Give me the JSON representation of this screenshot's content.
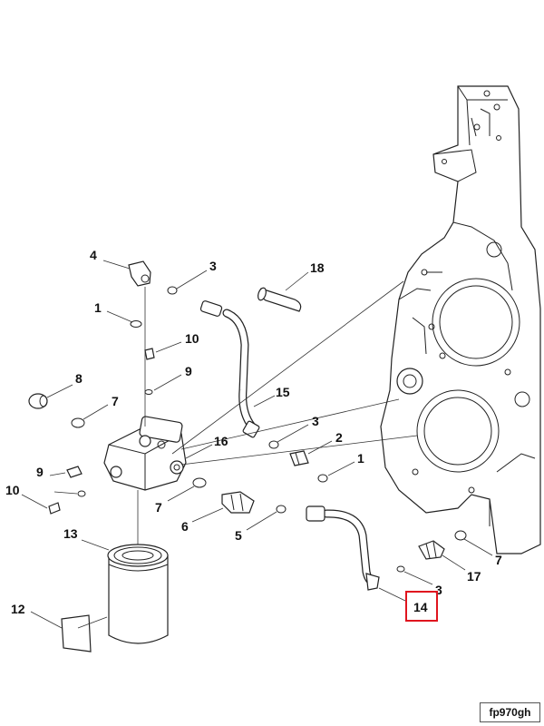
{
  "figure_code": "fp970gh",
  "highlighted_callout": "14",
  "colors": {
    "highlight": "#e0141e",
    "line": "#222222",
    "background": "#ffffff"
  },
  "callouts": [
    {
      "id": "c4",
      "label": "4"
    },
    {
      "id": "c3a",
      "label": "3"
    },
    {
      "id": "c18",
      "label": "18"
    },
    {
      "id": "c1a",
      "label": "1"
    },
    {
      "id": "c10a",
      "label": "10"
    },
    {
      "id": "c9a",
      "label": "9"
    },
    {
      "id": "c8",
      "label": "8"
    },
    {
      "id": "c7a",
      "label": "7"
    },
    {
      "id": "c15",
      "label": "15"
    },
    {
      "id": "c3b",
      "label": "3"
    },
    {
      "id": "c16",
      "label": "16"
    },
    {
      "id": "c2",
      "label": "2"
    },
    {
      "id": "c1b",
      "label": "1"
    },
    {
      "id": "c9b",
      "label": "9"
    },
    {
      "id": "c10b",
      "label": "10"
    },
    {
      "id": "c7b",
      "label": "7"
    },
    {
      "id": "c6",
      "label": "6"
    },
    {
      "id": "c5",
      "label": "5"
    },
    {
      "id": "c13",
      "label": "13"
    },
    {
      "id": "c7c",
      "label": "7"
    },
    {
      "id": "c17",
      "label": "17"
    },
    {
      "id": "c3c",
      "label": "3"
    },
    {
      "id": "c14",
      "label": "14"
    },
    {
      "id": "c12",
      "label": "12"
    }
  ]
}
